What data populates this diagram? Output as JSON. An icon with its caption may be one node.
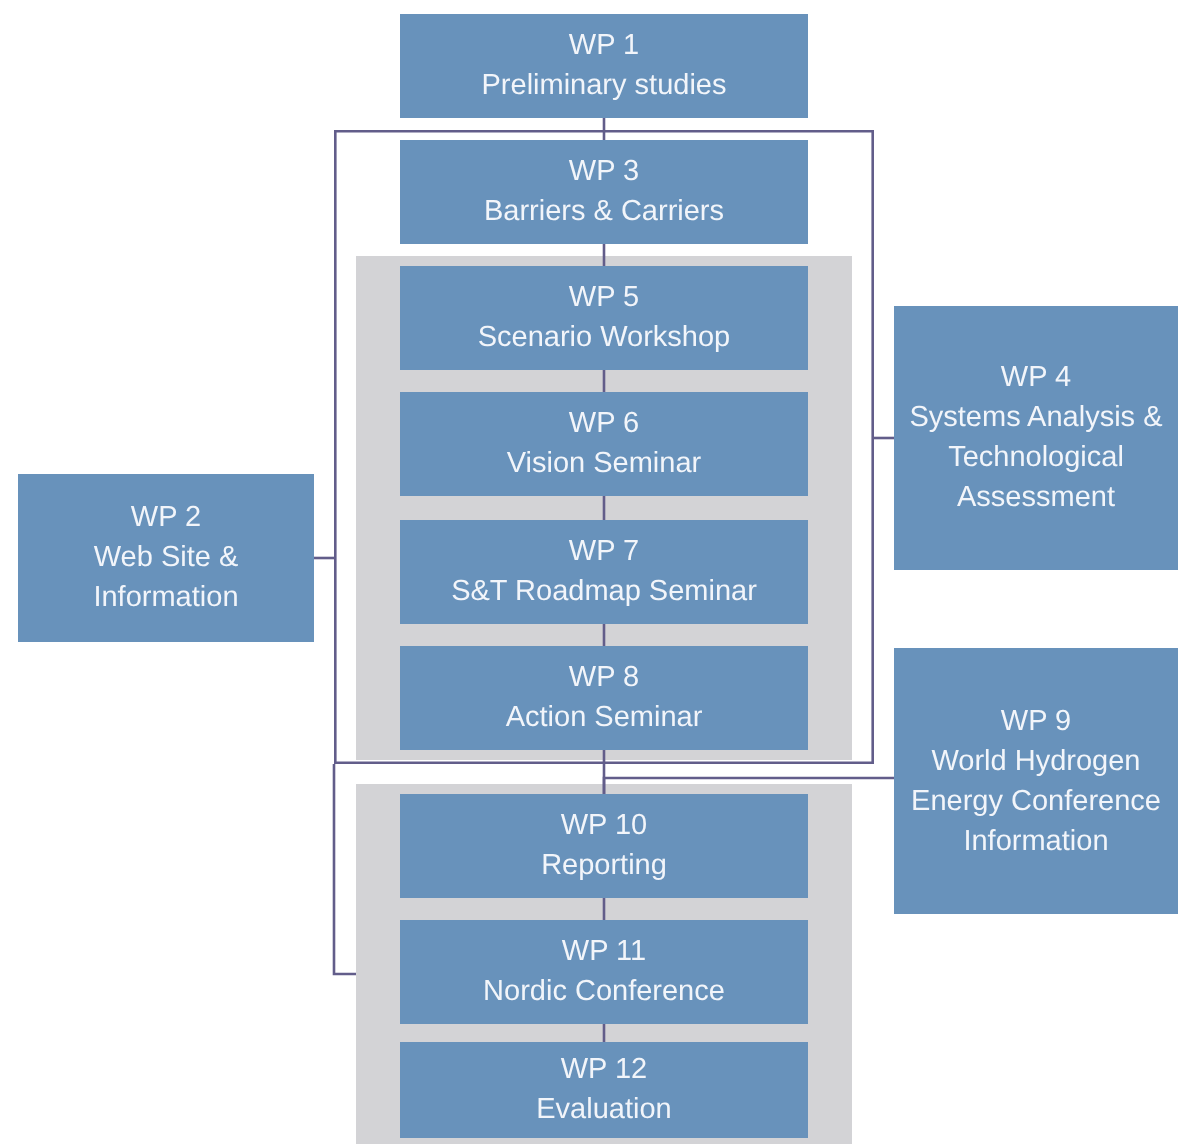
{
  "diagram": {
    "nodes": [
      {
        "text": [
          "WP 1",
          "Preliminary studies"
        ]
      },
      {
        "text": [
          "WP 2",
          "Web Site & Information"
        ]
      },
      {
        "text": [
          "WP 3",
          "Barriers & Carriers"
        ],
        "in": 12
      },
      {
        "text": [
          "WP 4",
          "Systems Analysis & Technological Assessment"
        ]
      },
      {
        "text": [
          "WP 5",
          "Scenario Workshop"
        ],
        "in": 13
      },
      {
        "text": [
          "WP 6",
          "Vision Seminar"
        ],
        "in": 13
      },
      {
        "text": [
          "WP 7",
          "S&T Roadmap Seminar"
        ],
        "in": 13
      },
      {
        "text": [
          "WP 8",
          "Action Seminar"
        ],
        "in": 13
      },
      {
        "text": [
          "WP 9",
          "World Hydrogen Energy Conference Information"
        ]
      },
      {
        "text": [
          "WP 10",
          "Reporting"
        ],
        "in": 14
      },
      {
        "text": [
          "WP 11",
          "Nordic Conference"
        ],
        "in": 14
      },
      {
        "text": [
          "WP 12",
          "Evaluation"
        ],
        "in": 14
      },
      {
        "text": [],
        "shape": "box"
      },
      {
        "text": [],
        "shape": "bar",
        "in": 12
      },
      {
        "text": [],
        "shape": "bar"
      }
    ],
    "edges": [
      {
        "from": 0,
        "to": 2,
        "arrow": "none"
      },
      {
        "from": 2,
        "to": 4,
        "arrow": "none"
      },
      {
        "from": 4,
        "to": 5,
        "arrow": "none"
      },
      {
        "from": 5,
        "to": 6,
        "arrow": "none"
      },
      {
        "from": 6,
        "to": 7,
        "arrow": "none"
      },
      {
        "from": 7,
        "to": 9,
        "arrow": "none"
      },
      {
        "from": 9,
        "to": 10,
        "arrow": "none"
      },
      {
        "from": 10,
        "to": 11,
        "arrow": "none"
      },
      {
        "from": 8,
        "to": 9,
        "arrow": "none"
      },
      {
        "from": 3,
        "to": 12,
        "arrow": "none"
      },
      {
        "from": 1,
        "to": 12,
        "arrow": "none"
      },
      {
        "from": 12,
        "to": 14,
        "arrow": "none"
      }
    ]
  }
}
